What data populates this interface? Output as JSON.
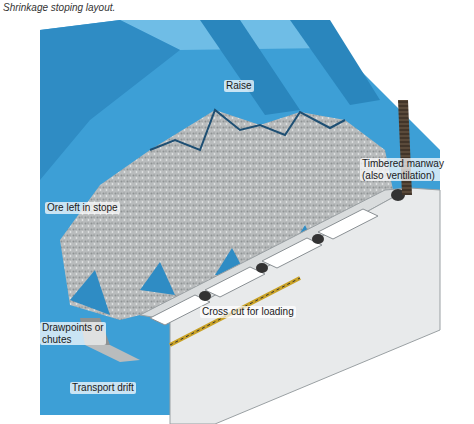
{
  "diagram": {
    "title": "Shrinkage stoping layout.",
    "labels": [
      "Raise",
      "Timbered manway (also ventilation)",
      "Ore left in stope",
      "Cross cut for loading",
      "Drawpoints or chutes",
      "Transport drift"
    ]
  }
}
